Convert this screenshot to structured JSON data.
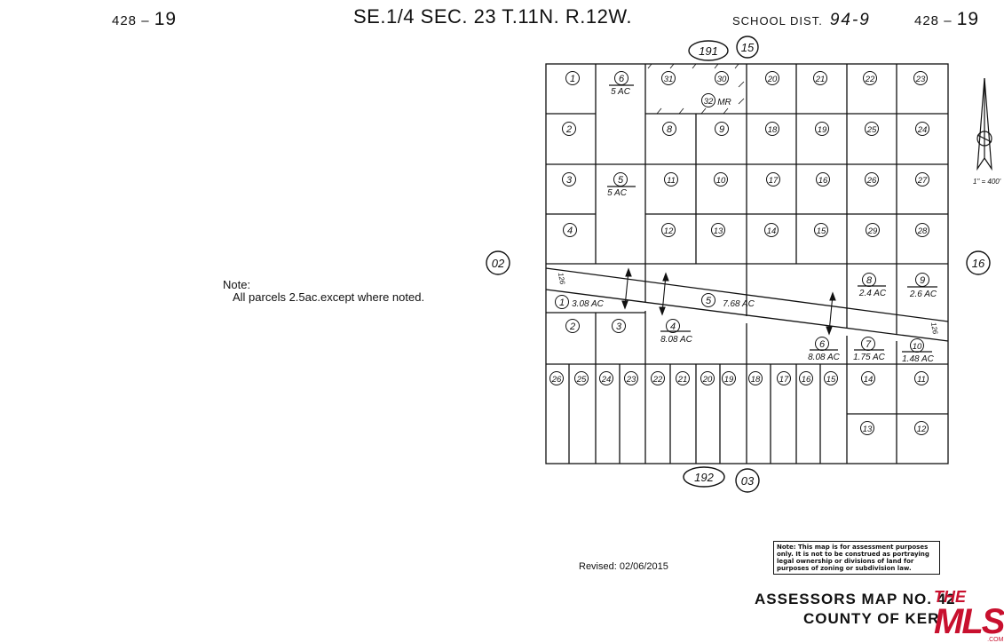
{
  "header": {
    "left_code": "428",
    "left_page": "19",
    "title": "SE.1/4 SEC. 23 T.11N. R.12W.",
    "school_dist_label": "SCHOOL DIST.",
    "school_dist_number": "94-9",
    "right_code": "428",
    "right_page": "19"
  },
  "map_refs": {
    "top_book": "191",
    "top_map": "15",
    "bottom_book": "192",
    "bottom_map": "03",
    "left_map": "02",
    "right_map": "16"
  },
  "scale": "1\" = 400'",
  "note": {
    "heading": "Note:",
    "text": "All parcels 2.5ac.except where noted."
  },
  "top_block_parcels": [
    "1",
    "6",
    "31",
    "30",
    "20",
    "21",
    "22",
    "23",
    "32",
    "MR",
    "2",
    "8",
    "9",
    "18",
    "19",
    "25",
    "24",
    "3",
    "5",
    "11",
    "10",
    "17",
    "16",
    "26",
    "27",
    "4",
    "12",
    "13",
    "14",
    "15",
    "29",
    "28"
  ],
  "top_block_acreage": [
    "5 AC",
    "5 AC"
  ],
  "road_number": "126",
  "middle_parcels": [
    {
      "num": "1",
      "acreage": "3.08 AC"
    },
    {
      "num": "5",
      "acreage": "7.68 AC"
    },
    {
      "num": "4",
      "acreage": "8.08 AC"
    },
    {
      "num": "8",
      "acreage": "2.4 AC"
    },
    {
      "num": "9",
      "acreage": "2.6 AC"
    },
    {
      "num": "2",
      "acreage": ""
    },
    {
      "num": "3",
      "acreage": ""
    },
    {
      "num": "6",
      "acreage": "8.08 AC"
    },
    {
      "num": "7",
      "acreage": "1.75 AC"
    },
    {
      "num": "10",
      "acreage": "1.48 AC"
    }
  ],
  "bottom_parcels": [
    "26",
    "25",
    "24",
    "23",
    "22",
    "21",
    "20",
    "19",
    "18",
    "17",
    "16",
    "15",
    "14",
    "11",
    "13",
    "12"
  ],
  "revised": "Revised: 02/06/2015",
  "disclaimer": "Note: This map is for assessment purposes only. It is not to be construed as portraying legal ownership or divisions of land for purposes of zoning or subdivision law.",
  "assessor": {
    "line1": "ASSESSORS MAP NO. 42",
    "line2": "COUNTY OF KER"
  },
  "logo": {
    "the": "THE",
    "mls": "MLS",
    "com": ".COM"
  }
}
